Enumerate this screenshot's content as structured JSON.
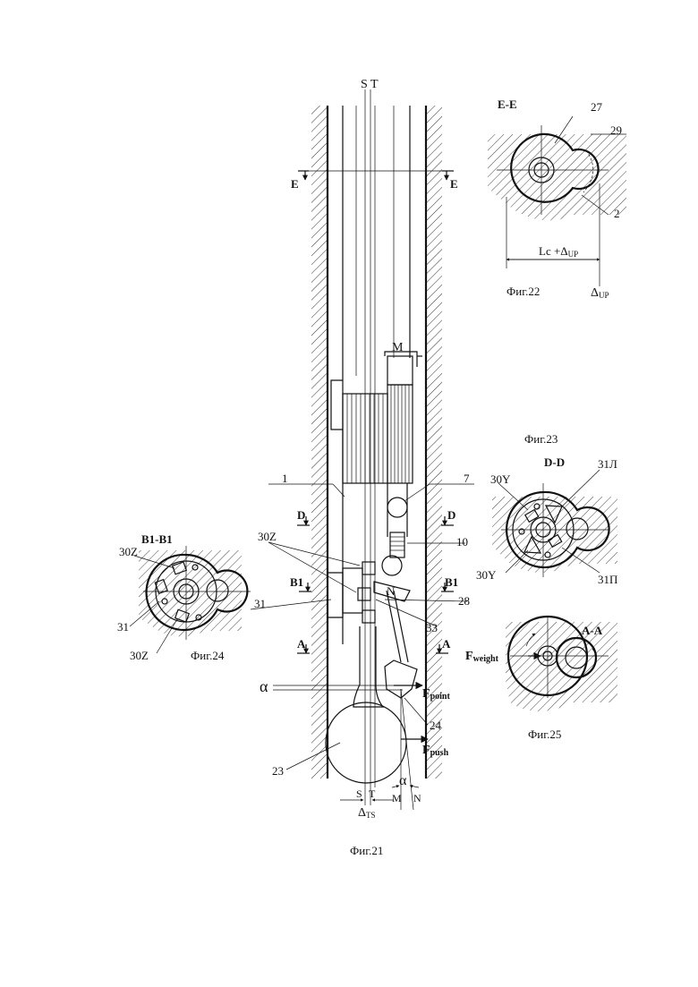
{
  "fig21": {
    "caption": "Фиг.21",
    "axis_top": "S T",
    "section_e": "E",
    "section_d": "D",
    "section_b1": "B1",
    "section_a": "A",
    "label_m": "M",
    "label_n": "N",
    "alpha": "α",
    "f_point_main": "F",
    "f_point_sub": "point",
    "f_push_main": "F",
    "f_push_sub": "push",
    "bottom_s": "S",
    "bottom_t": "T",
    "bottom_m": "M",
    "bottom_n": "N",
    "delta_main": "Δ",
    "delta_sub": "TS",
    "ref_1": "1",
    "ref_7": "7",
    "ref_10": "10",
    "ref_30z": "30Z",
    "ref_28": "28",
    "ref_31": "31",
    "ref_33": "33",
    "ref_24": "24",
    "ref_23": "23"
  },
  "fig22": {
    "caption": "Фиг.22",
    "section": "E-E",
    "ref_27": "27",
    "ref_29": "29",
    "ref_2": "2",
    "dim_main": "Lc +Δ",
    "dim_sub": "UP",
    "delta_main": "Δ",
    "delta_sub": "UP"
  },
  "fig23": {
    "caption": "Фиг.23",
    "section": "D-D",
    "ref_30y_top": "30Y",
    "ref_31l": "31Л",
    "ref_30y_bottom": "30Y",
    "ref_31p": "31П"
  },
  "fig24": {
    "caption": "Фиг.24",
    "section": "B1-B1",
    "ref_30z_top": "30Z",
    "ref_31": "31",
    "ref_30z_bottom": "30Z"
  },
  "fig25": {
    "caption": "Фиг.25",
    "section": "A-A",
    "f_weight_main": "F",
    "f_weight_sub": "weight"
  }
}
